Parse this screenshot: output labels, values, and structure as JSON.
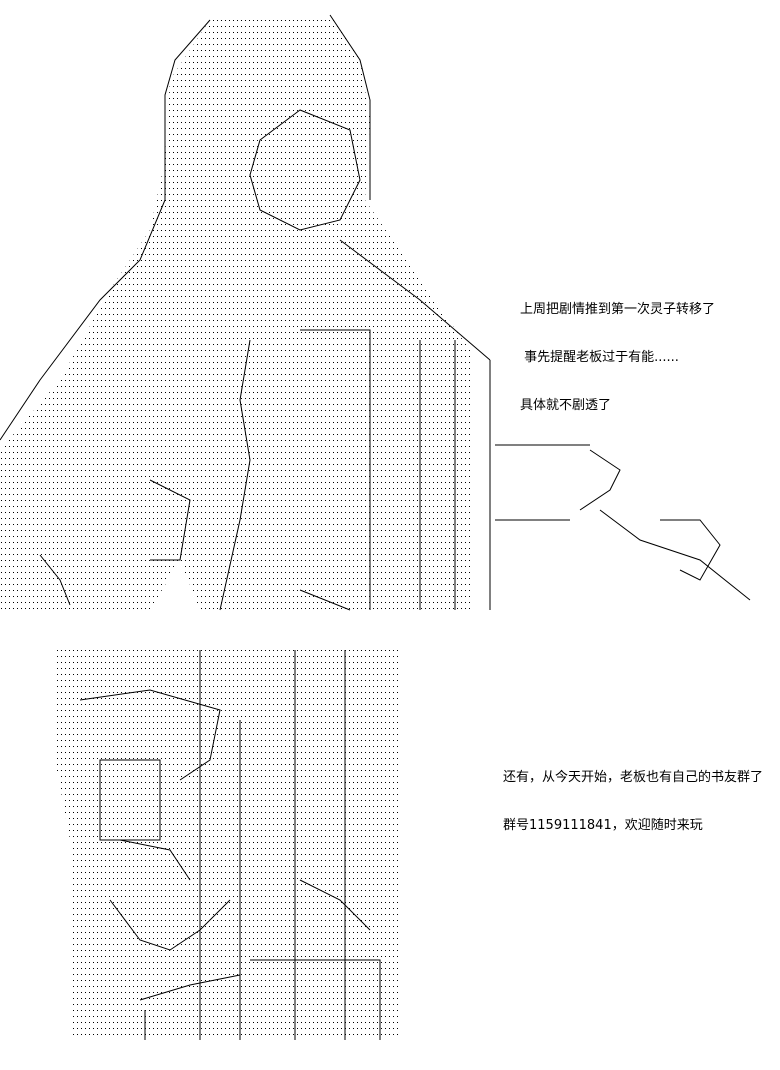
{
  "caption_top": {
    "lines": [
      "上周把剧情推到第一次灵子转移了",
      " 事先提醒老板过于有能......",
      "具体就不剧透了"
    ]
  },
  "caption_bottom": {
    "lines": [
      "还有，从今天开始，老板也有自己的书友群了",
      "群号1159111841，欢迎随时来玩"
    ]
  }
}
